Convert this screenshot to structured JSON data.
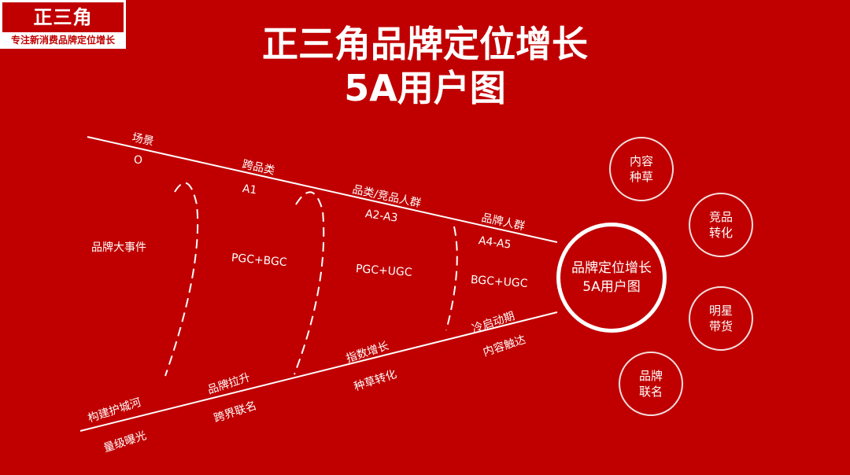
{
  "colors": {
    "background": "#c00000",
    "foreground": "#ffffff"
  },
  "logo": {
    "name": "正三角",
    "tagline": "专注新消费品牌定位增长"
  },
  "title": {
    "line1": "正三角品牌定位增长",
    "line2": "5A用户图"
  },
  "funnel": {
    "top_line_labels": [
      "场景",
      "跨品类",
      "品类/竞品人群",
      "品牌人群"
    ],
    "stages": [
      "O",
      "A1",
      "A2-A3",
      "A4-A5"
    ],
    "content_modes": [
      "品牌大事件",
      "PGC+BGC",
      "PGC+UGC",
      "BGC+UGC"
    ],
    "bottom_above_line": [
      "构建护城河",
      "品牌拉升",
      "指数增长",
      "冷启动期"
    ],
    "bottom_below_line": [
      "量级曝光",
      "跨界联名",
      "种草转化",
      "内容触达"
    ]
  },
  "hub": {
    "line1": "品牌定位增长",
    "line2": "5A用户图"
  },
  "satellites": [
    {
      "line1": "内容",
      "line2": "种草"
    },
    {
      "line1": "竞品",
      "line2": "转化"
    },
    {
      "line1": "明星",
      "line2": "带货"
    },
    {
      "line1": "品牌",
      "line2": "联名"
    }
  ]
}
